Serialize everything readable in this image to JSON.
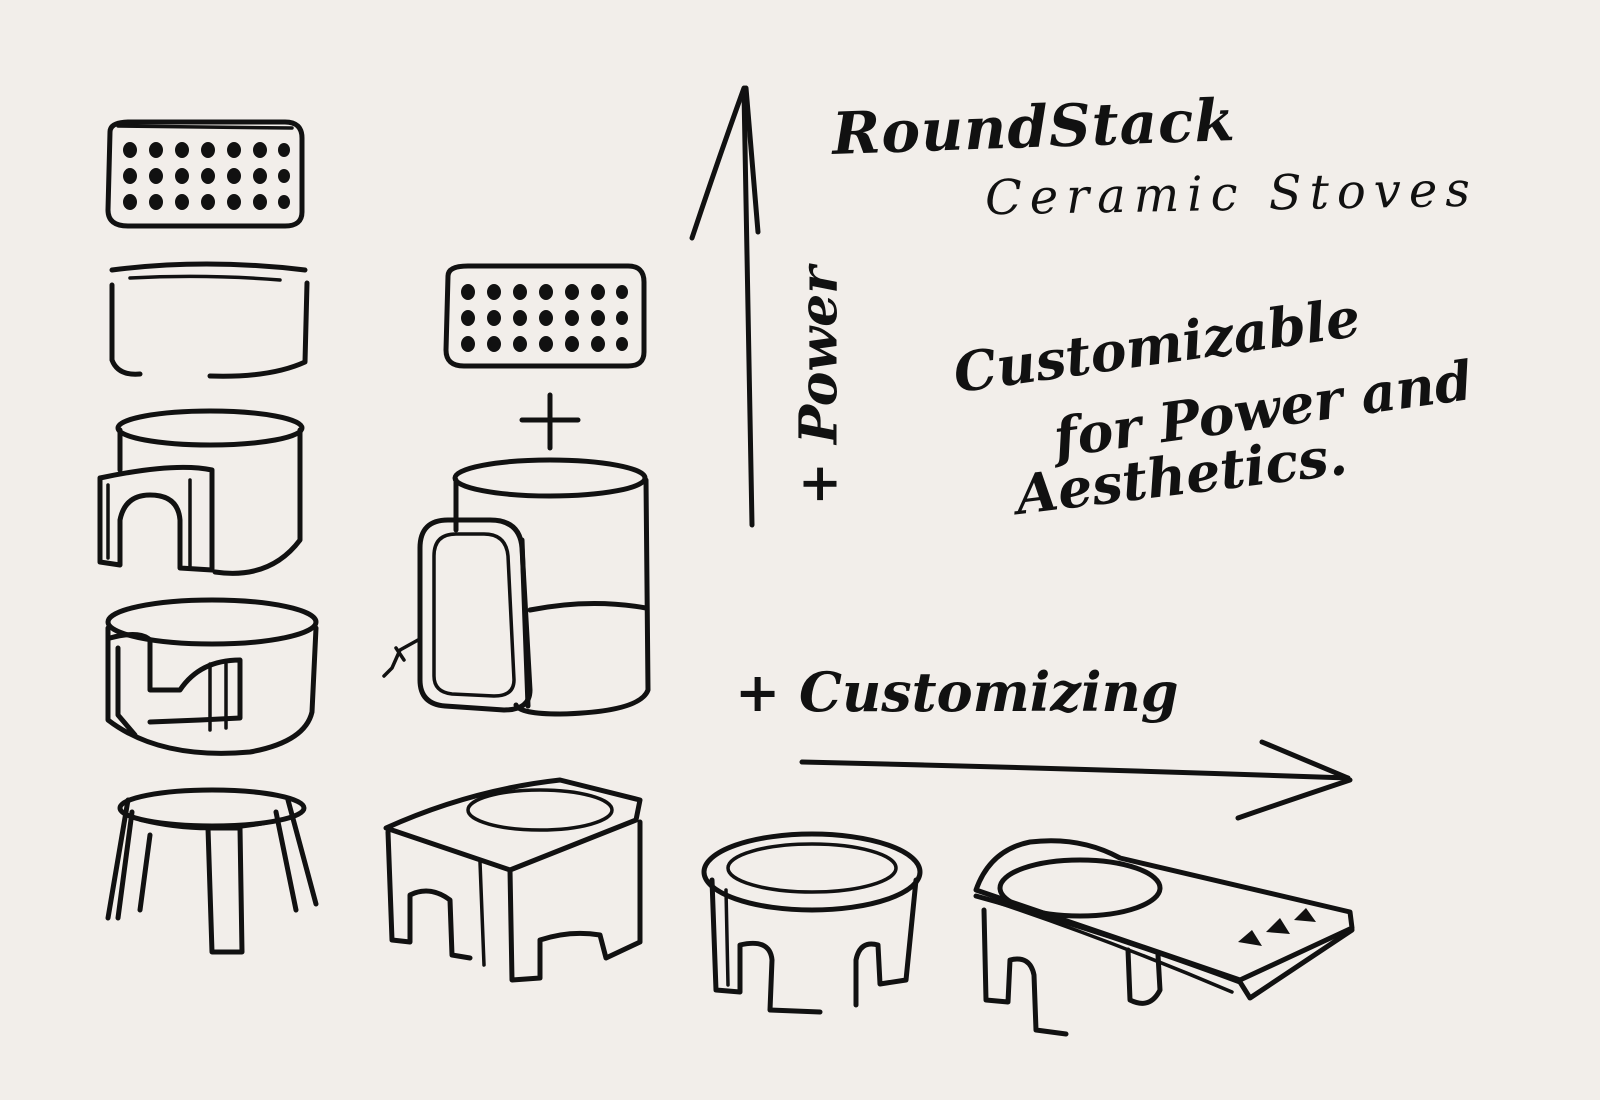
{
  "title": "RoundStack",
  "subtitle": "Ceramic Stoves",
  "tagline": [
    "Customizable",
    "for Power and",
    "Aesthetics."
  ],
  "axes": {
    "vertical_label": "+ Power",
    "horizontal_label": "+ Customizing"
  },
  "ink_color": "#111111",
  "paper_color": "#f2eeea"
}
